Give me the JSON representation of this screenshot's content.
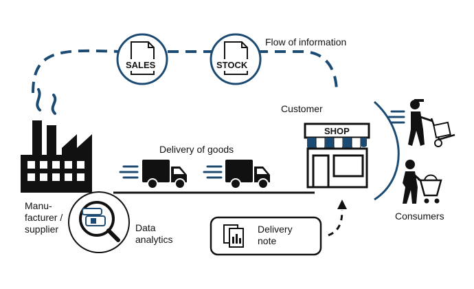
{
  "labels": {
    "flow_of_information": "Flow of information",
    "sales": "SALES",
    "stock": "STOCK",
    "customer": "Customer",
    "shop": "SHOP",
    "delivery_of_goods": "Delivery of goods",
    "manufacturer_line1": "Manu-",
    "manufacturer_line2": "facturer /",
    "manufacturer_line3": "supplier",
    "data_line1": "Data",
    "data_line2": "analytics",
    "delivery_note_line1": "Delivery",
    "delivery_note_line2": "note",
    "consumers": "Consumers"
  },
  "colors": {
    "primary": "#1b4a73",
    "ink": "#111111",
    "awning_stripe": "#1b4a73",
    "circle_fill": "#ffffff"
  },
  "icons": [
    "factory-icon",
    "document-icon",
    "shop-icon",
    "truck-icon",
    "magnifier-icon",
    "delivery-person-icon",
    "shopper-cart-icon"
  ]
}
